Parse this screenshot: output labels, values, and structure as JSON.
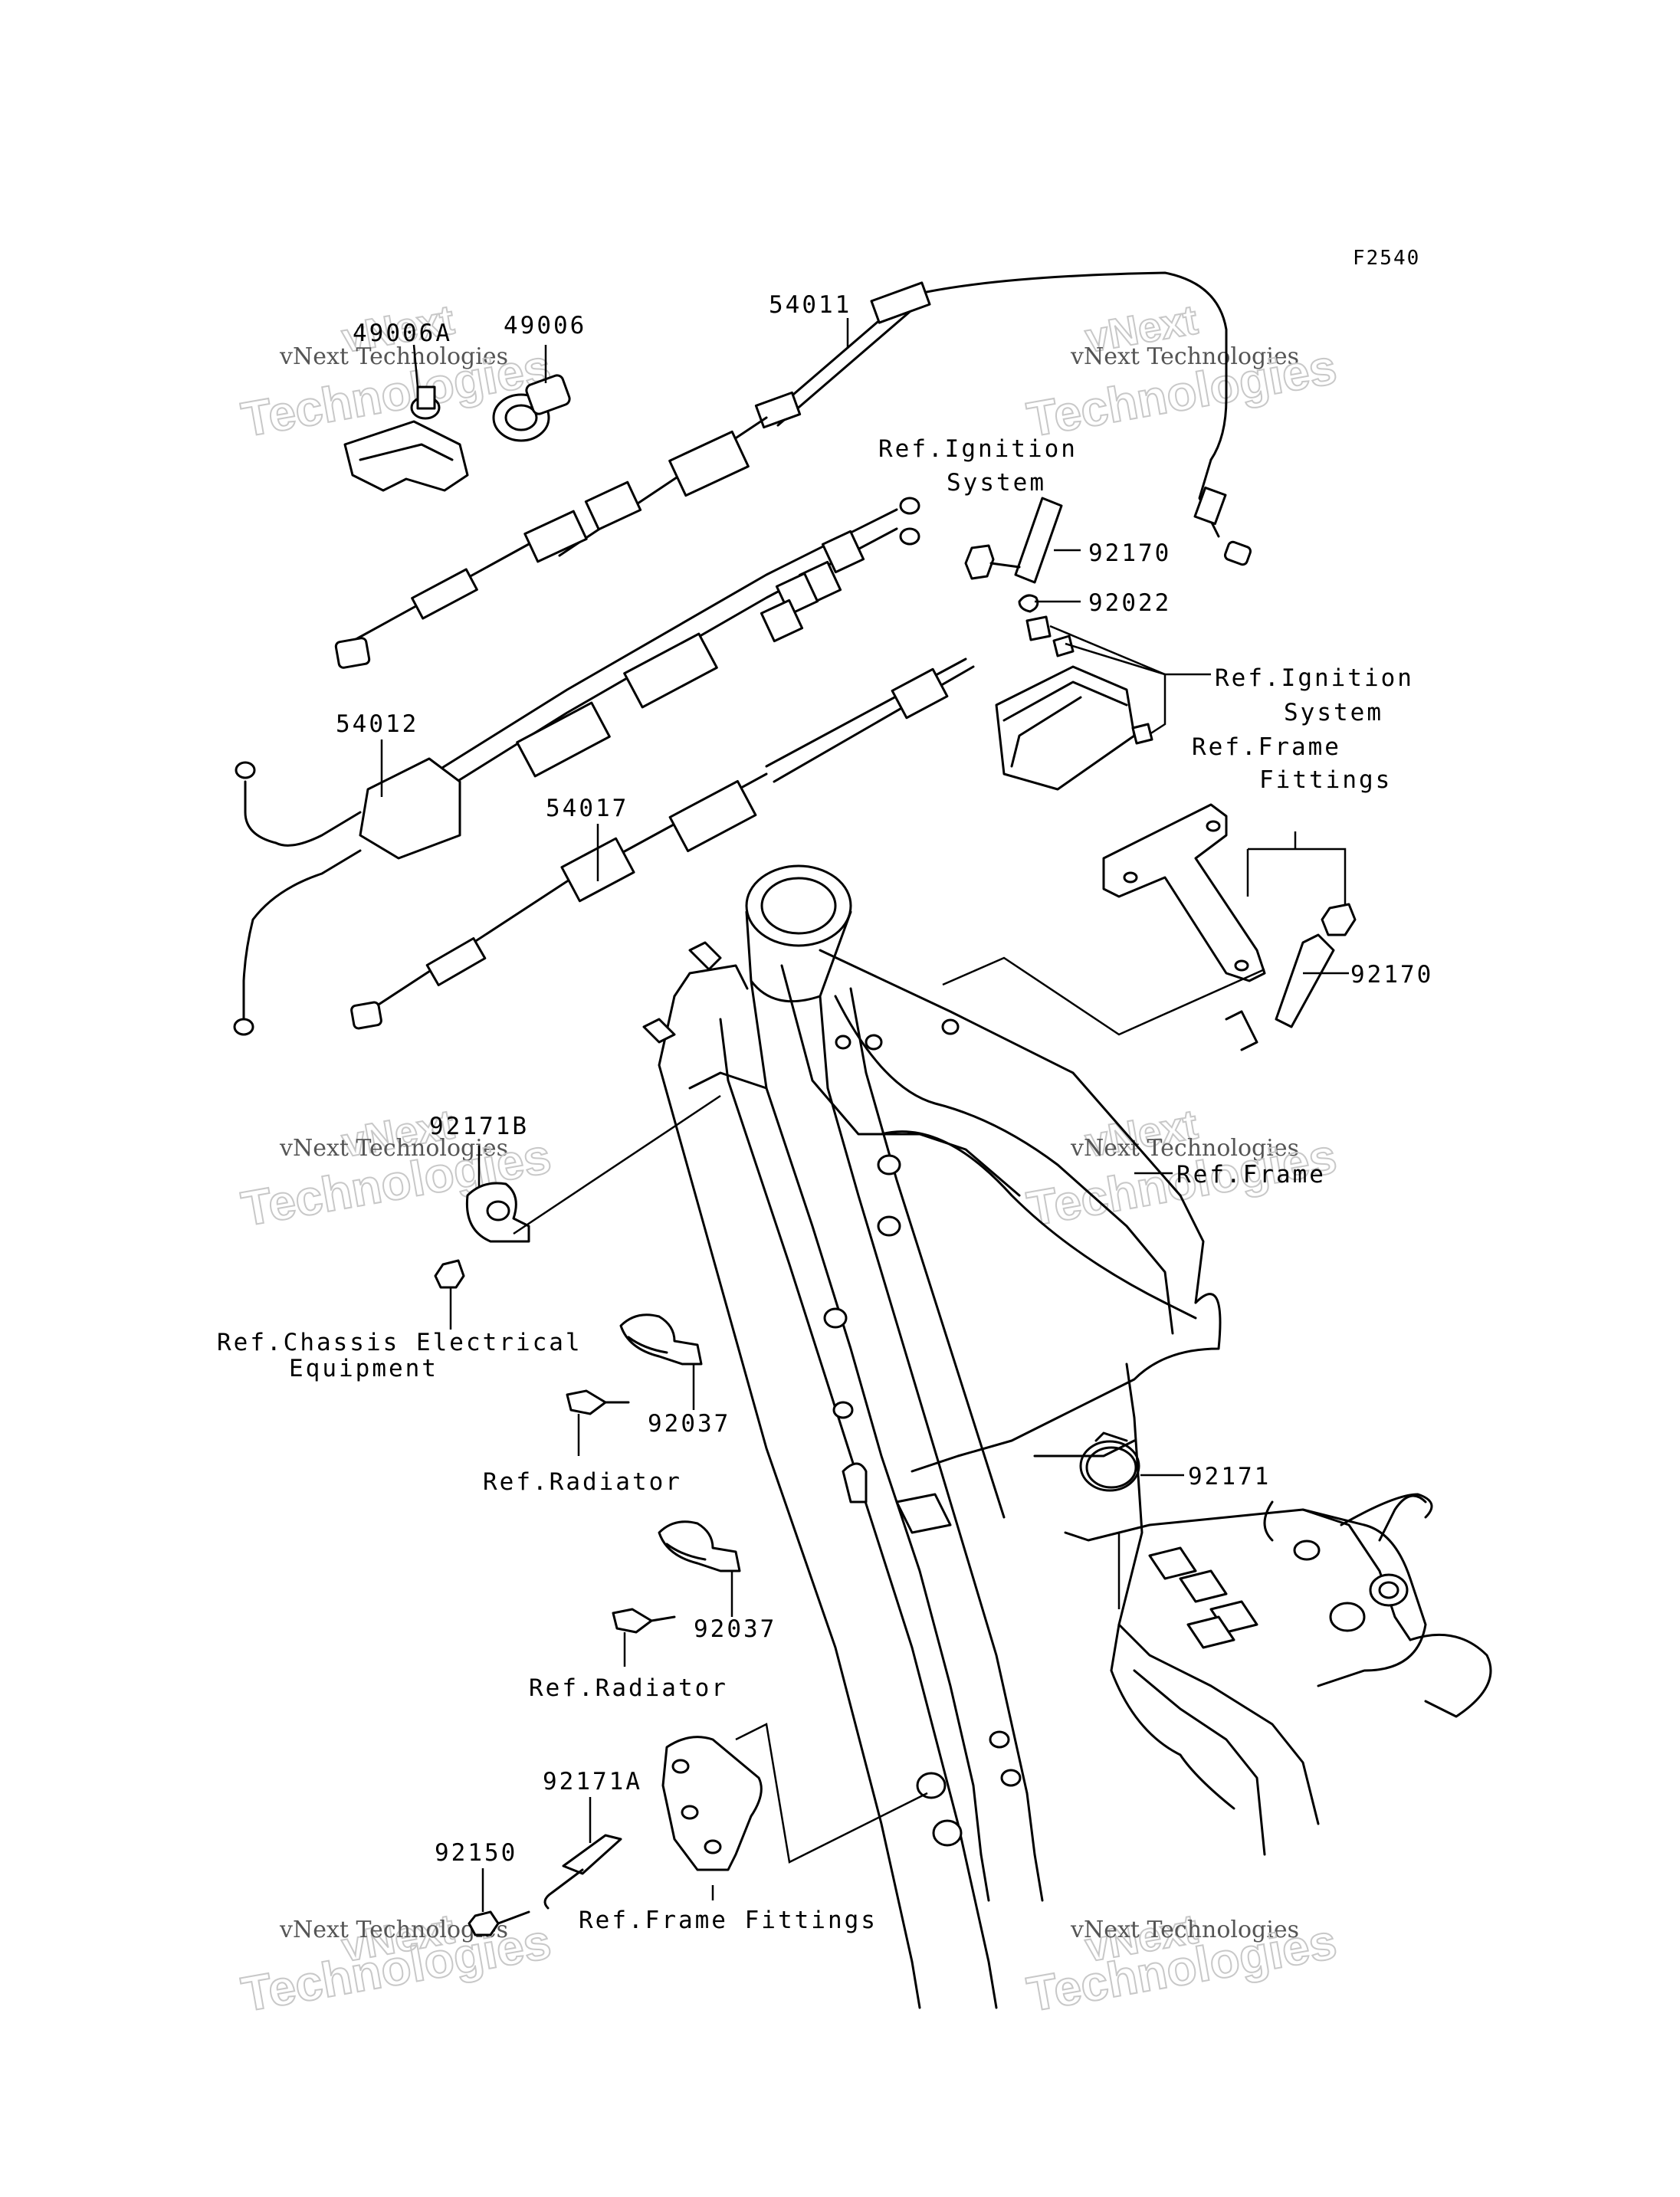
{
  "diagram": {
    "code": "F2540",
    "callouts": {
      "p49006A": "49006A",
      "p49006": "49006",
      "p54011": "54011",
      "p54012": "54012",
      "p54017": "54017",
      "p92170_top": "92170",
      "p92022": "92022",
      "p92170_bottom": "92170",
      "p92171B": "92171B",
      "p92037_top": "92037",
      "p92037_bottom": "92037",
      "p92171": "92171",
      "p92171A": "92171A",
      "p92150": "92150"
    },
    "references": {
      "ignition_1_line1": "Ref.Ignition",
      "ignition_1_line2": "System",
      "ignition_2_line1": "Ref.Ignition",
      "ignition_2_line2": "System",
      "frame_fittings_1_line1": "Ref.Frame",
      "frame_fittings_1_line2": "Fittings",
      "frame": "Ref.Frame",
      "chassis_line1": "Ref.Chassis Electrical",
      "chassis_line2": "Equipment",
      "radiator_1": "Ref.Radiator",
      "radiator_2": "Ref.Radiator",
      "frame_fittings_2": "Ref.Frame Fittings"
    },
    "watermark": {
      "line1": "vNext",
      "line2": "vNext Technologies",
      "line3": "Technologies"
    }
  }
}
